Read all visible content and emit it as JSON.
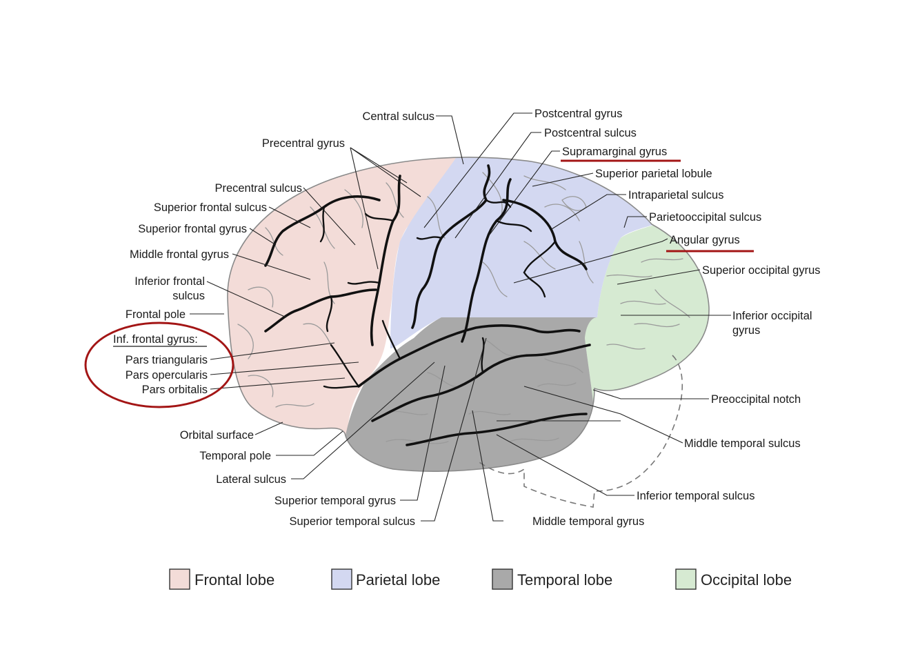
{
  "colors": {
    "frontal": "#f3dcd8",
    "parietal": "#d3d8f1",
    "temporal": "#a9a9a9",
    "occipital": "#d6ead2",
    "highlight": "#a31515",
    "outline": "#8a8a8a"
  },
  "labels": {
    "central_sulcus": "Central sulcus",
    "precentral_gyrus": "Precentral gyrus",
    "precentral_sulcus": "Precentral sulcus",
    "superior_frontal_sulcus": "Superior frontal sulcus",
    "superior_frontal_gyrus": "Superior frontal gyrus",
    "middle_frontal_gyrus": "Middle frontal gyrus",
    "inferior_frontal_sulcus_1": "Inferior frontal",
    "inferior_frontal_sulcus_2": "sulcus",
    "frontal_pole": "Frontal pole",
    "inf_frontal_gyrus": "Inf. frontal gyrus:",
    "pars_triangularis": "Pars triangularis",
    "pars_opercularis": "Pars opercularis",
    "pars_orbitalis": "Pars orbitalis",
    "orbital_surface": "Orbital surface",
    "temporal_pole": "Temporal pole",
    "lateral_sulcus": "Lateral sulcus",
    "superior_temporal_gyrus": "Superior temporal gyrus",
    "superior_temporal_sulcus": "Superior temporal sulcus",
    "middle_temporal_gyrus": "Middle temporal gyrus",
    "postcentral_gyrus": "Postcentral gyrus",
    "postcentral_sulcus": "Postcentral sulcus",
    "supramarginal_gyrus": "Supramarginal gyrus",
    "superior_parietal_lobule": "Superior parietal lobule",
    "intraparietal_sulcus": "Intraparietal sulcus",
    "parietooccipital_sulcus": "Parietooccipital sulcus",
    "angular_gyrus": "Angular gyrus",
    "superior_occipital_gyrus": "Superior occipital gyrus",
    "inferior_occipital_gyrus_1": "Inferior occipital",
    "inferior_occipital_gyrus_2": "gyrus",
    "preoccipital_notch": "Preoccipital notch",
    "middle_temporal_sulcus": "Middle temporal sulcus",
    "inferior_temporal_sulcus": "Inferior temporal sulcus"
  },
  "legend": [
    {
      "label": "Frontal lobe",
      "color": "#f3dcd8"
    },
    {
      "label": "Parietal lobe",
      "color": "#d3d8f1"
    },
    {
      "label": "Temporal lobe",
      "color": "#a9a9a9"
    },
    {
      "label": "Occipital lobe",
      "color": "#d6ead2"
    }
  ]
}
